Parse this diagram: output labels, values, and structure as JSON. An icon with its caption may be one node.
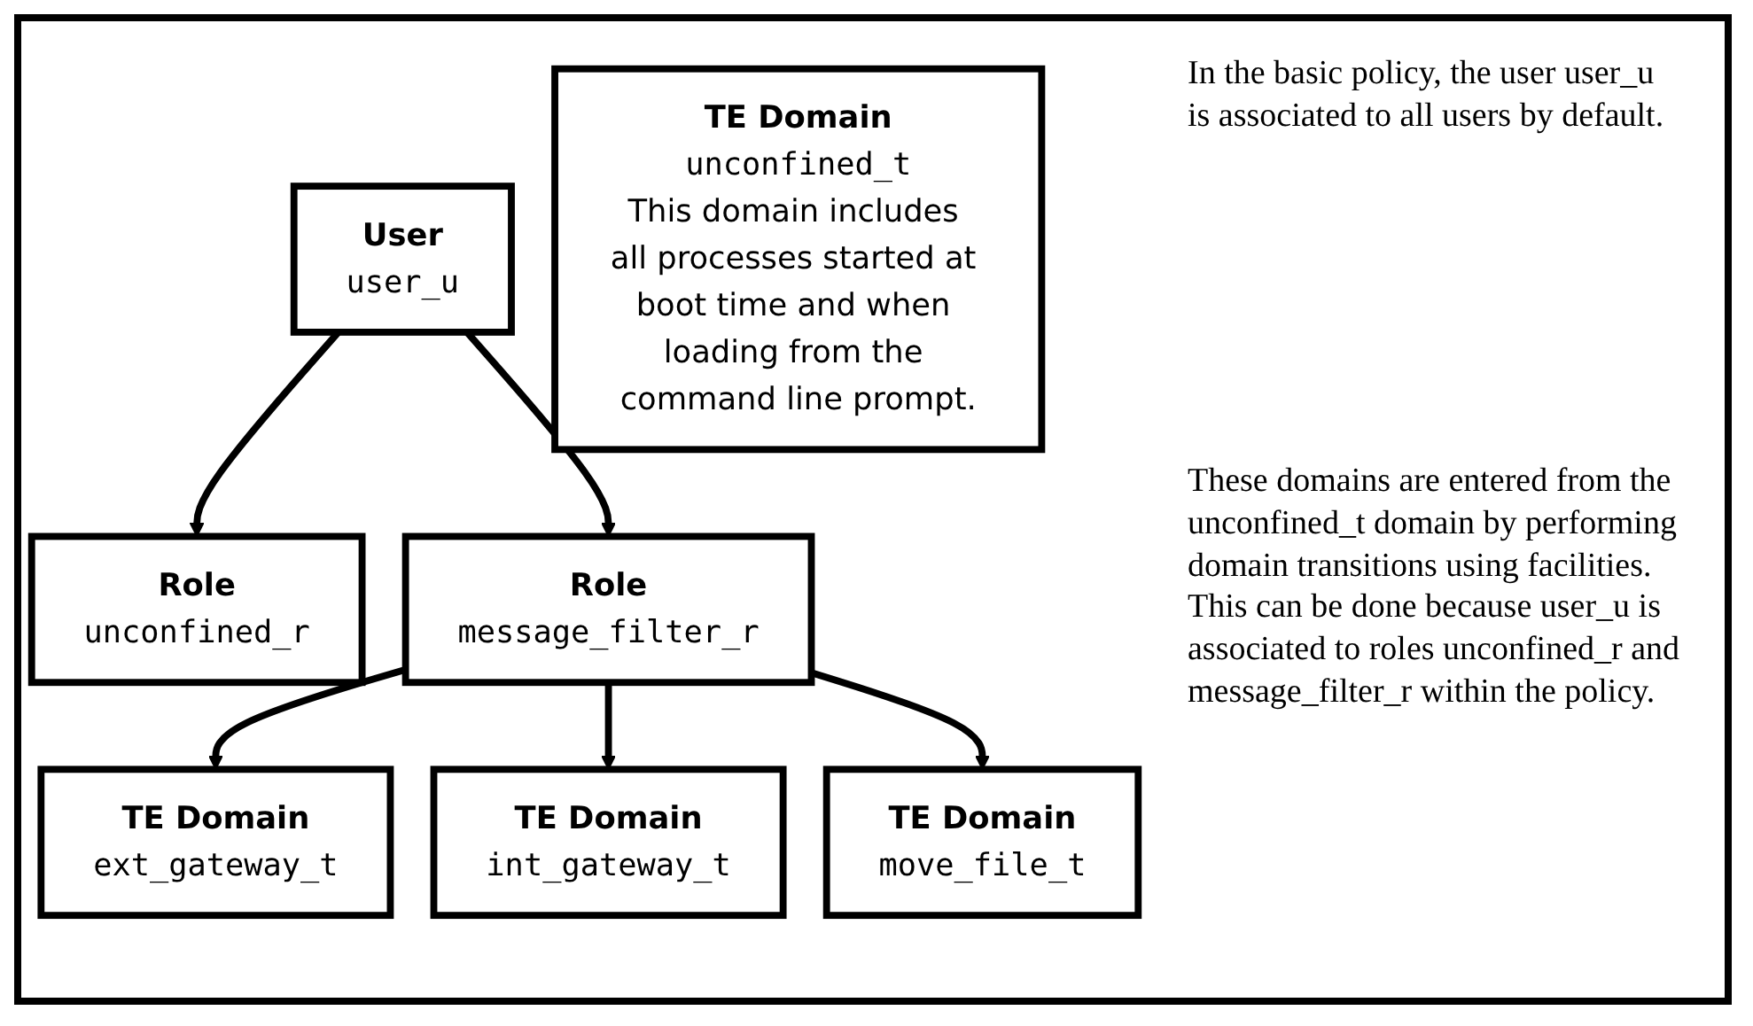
{
  "diagram": {
    "nodes": [
      {
        "text": [
          "User",
          "user_u"
        ]
      },
      {
        "text": [
          "Role",
          "unconfined_r"
        ]
      },
      {
        "text": [
          "Role",
          "message_filter_r"
        ]
      },
      {
        "text": [
          "TE Domain",
          "unconfined_t",
          "This domain includes all processes started at boot time and when loading from the command line prompt."
        ]
      },
      {
        "text": [
          "TE Domain",
          "ext_gateway_t"
        ]
      },
      {
        "text": [
          "TE Domain",
          "int_gateway_t"
        ]
      },
      {
        "text": [
          "TE Domain",
          "move_file_t"
        ]
      }
    ],
    "edges": [
      {
        "from": 0,
        "to": 1,
        "arrow": "to"
      },
      {
        "from": 0,
        "to": 2,
        "arrow": "to"
      },
      {
        "from": 2,
        "to": 4,
        "arrow": "to"
      },
      {
        "from": 2,
        "to": 5,
        "arrow": "to"
      },
      {
        "from": 2,
        "to": 6,
        "arrow": "to"
      }
    ],
    "labels": [
      "In the basic policy, the user user_u is associated to all users by default.",
      "These domains are entered from the unconfined_t domain by performing domain transitions using facilities. This can be done because user_u is associated to roles unconfined_r and message_filter_r within the policy."
    ]
  }
}
